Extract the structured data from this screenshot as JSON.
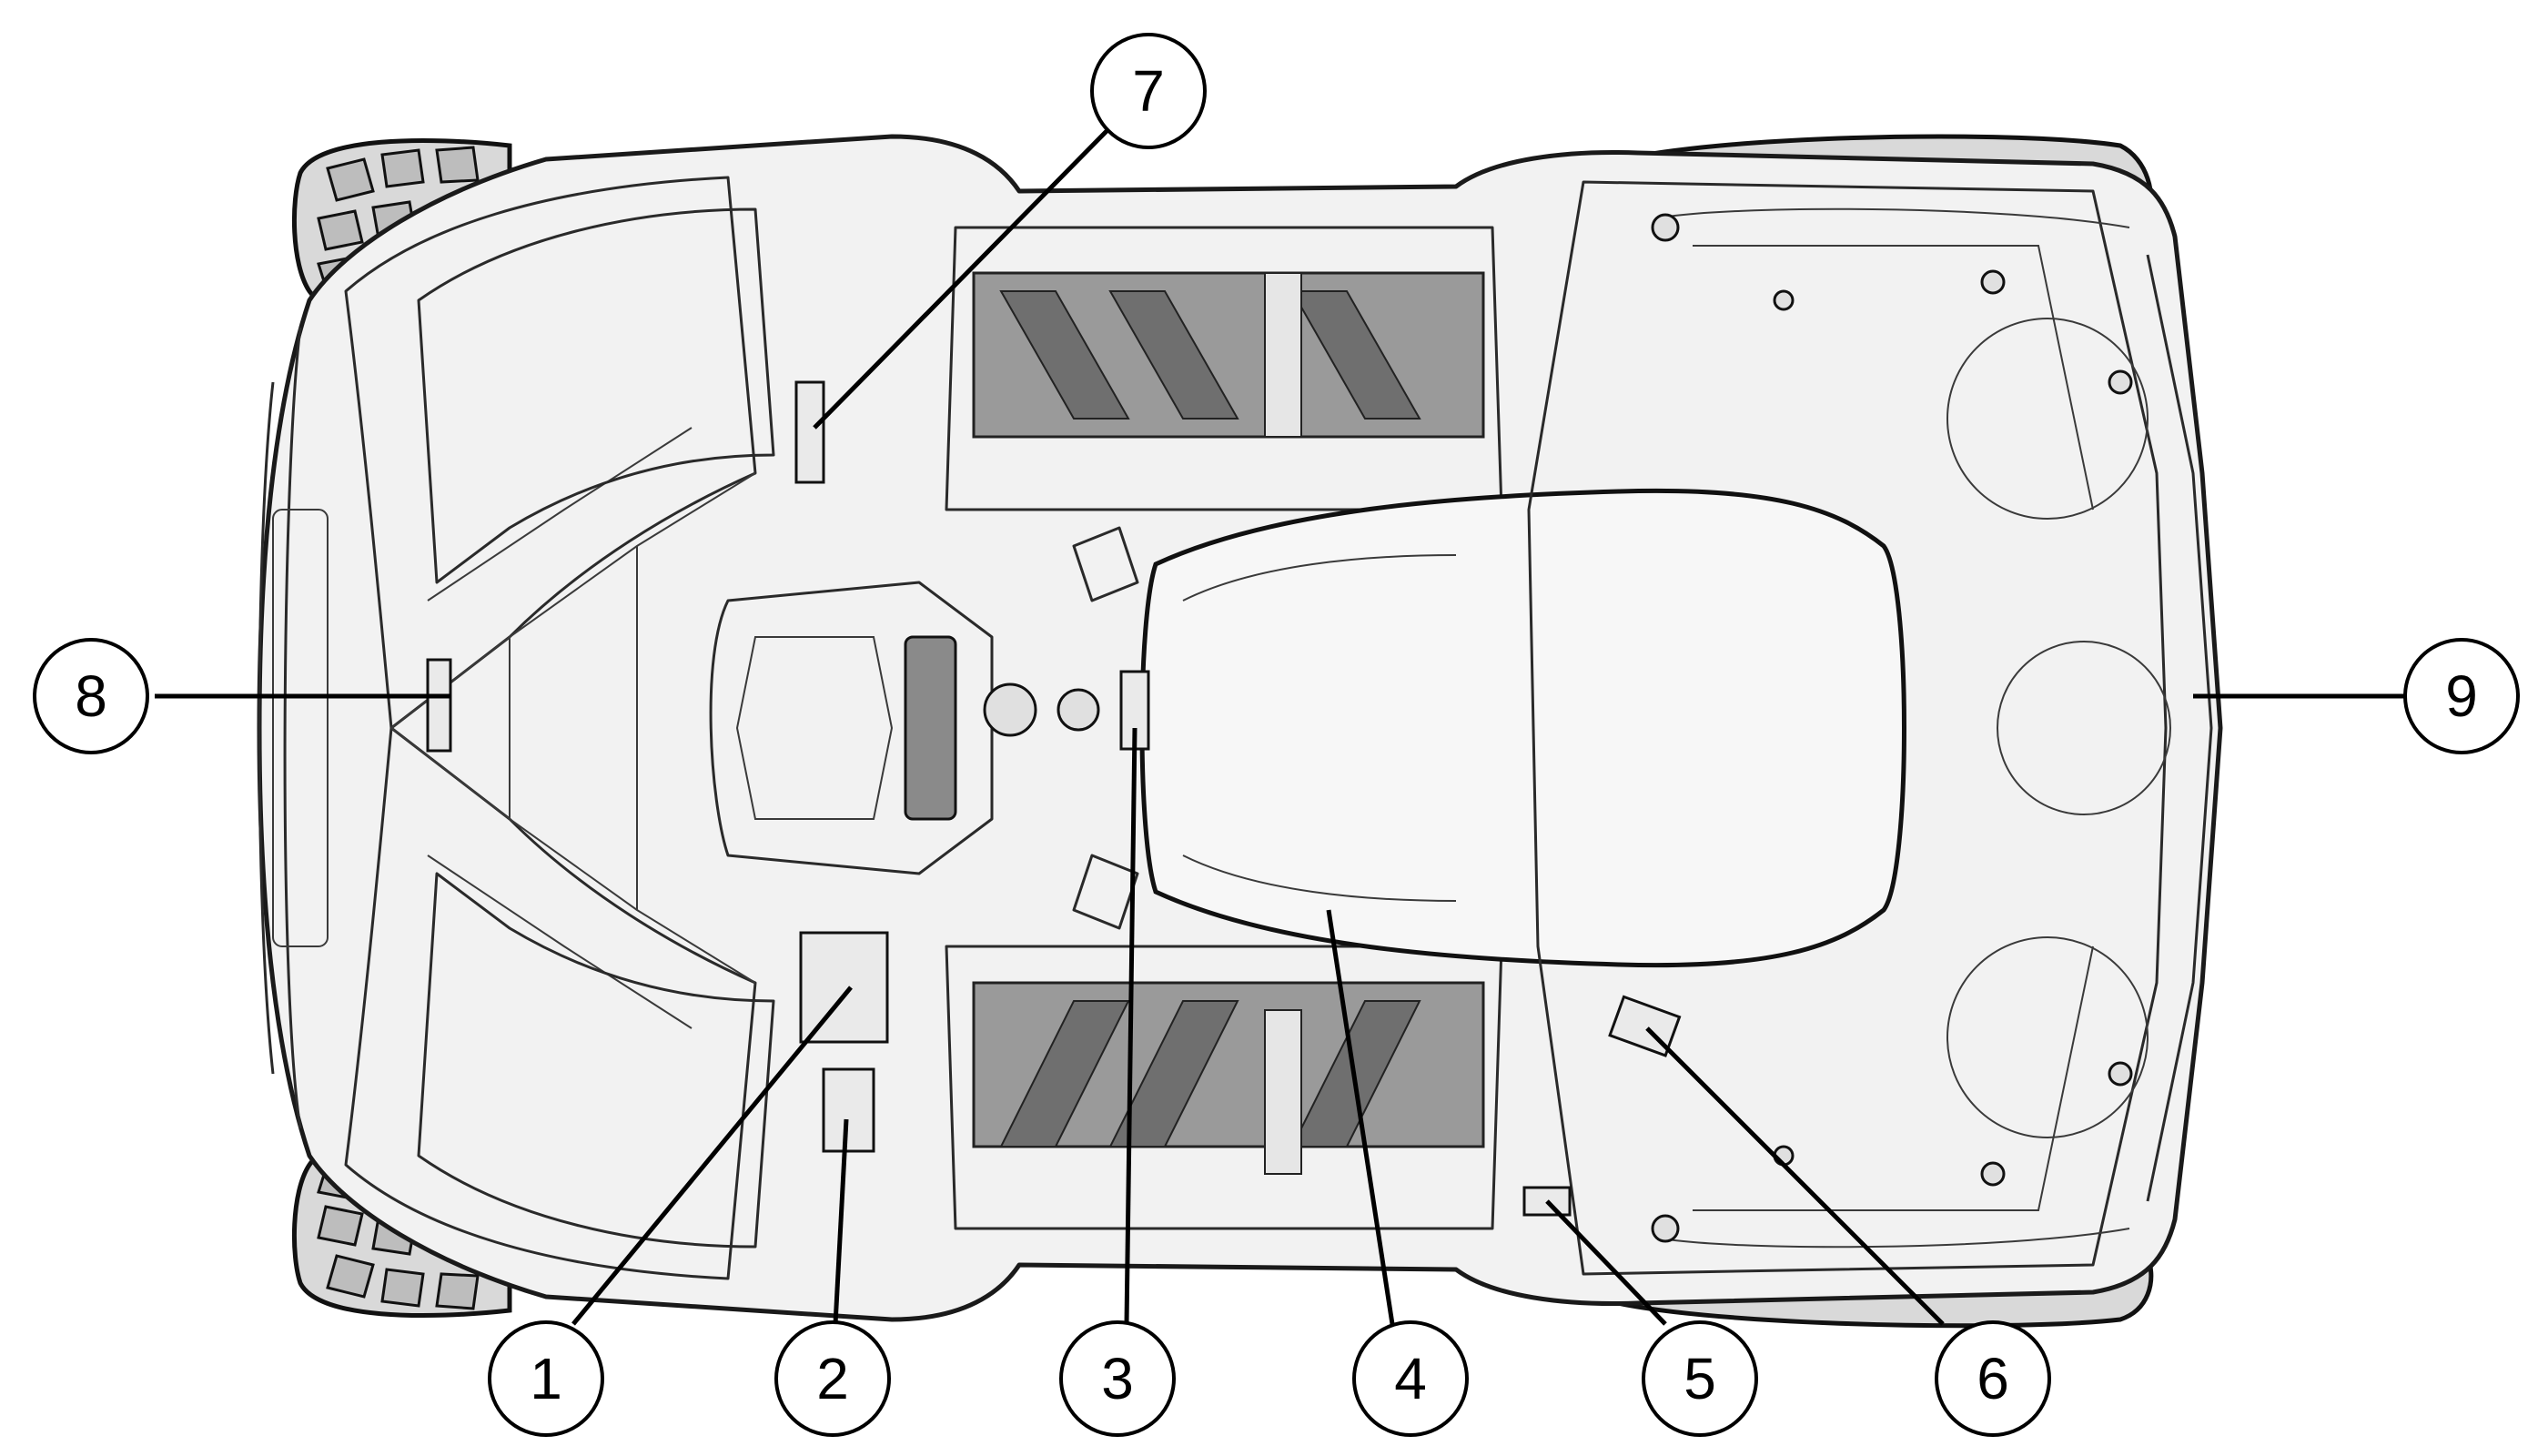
{
  "callouts": [
    {
      "id": "1",
      "text": "1"
    },
    {
      "id": "2",
      "text": "2"
    },
    {
      "id": "3",
      "text": "3"
    },
    {
      "id": "4",
      "text": "4"
    },
    {
      "id": "5",
      "text": "5"
    },
    {
      "id": "6",
      "text": "6"
    },
    {
      "id": "7",
      "text": "7"
    },
    {
      "id": "8",
      "text": "8"
    },
    {
      "id": "9",
      "text": "9"
    }
  ]
}
